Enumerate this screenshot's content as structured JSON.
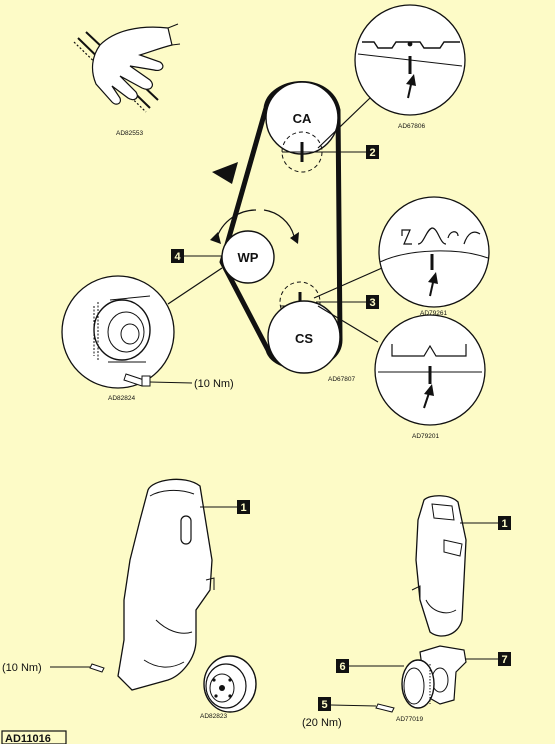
{
  "pulleys": {
    "camshaft": "CA",
    "water_pump": "WP",
    "crankshaft": "CS"
  },
  "callouts": [
    "1",
    "2",
    "3",
    "4",
    "5",
    "6",
    "7"
  ],
  "torque_labels": {
    "water_pump_bolt": "(10 Nm)",
    "cover_bolt": "(10 Nm)",
    "crank_pulley_bolt": "(20 Nm)"
  },
  "image_codes": {
    "belt_hand": "AD82553",
    "camshaft_mark_detail": "AD67806",
    "belt_routing": "AD67807",
    "crank_mark_detail_1": "AD79261",
    "crank_mark_detail_2": "AD79201",
    "water_pump_detail": "AD82824",
    "upper_cover": "AD82823",
    "lower_cover": "AD77019"
  },
  "figure_id": "AD11016",
  "colors": {
    "background": "#fdfbc7",
    "ink": "#111111"
  }
}
